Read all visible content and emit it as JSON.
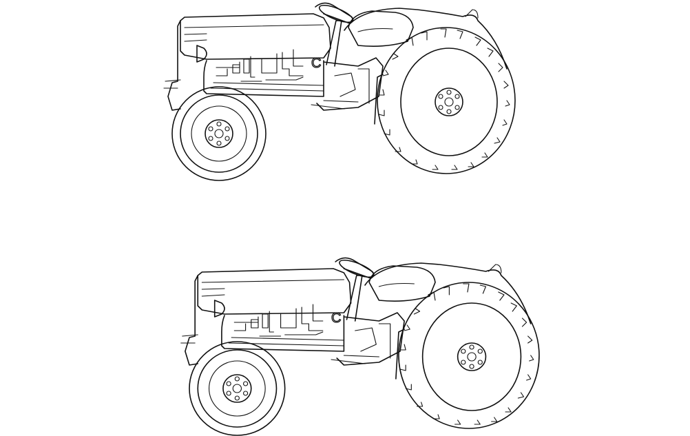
{
  "image": {
    "type": "line-art",
    "subject": "tractor",
    "background_color": "#ffffff",
    "line_color": "#111111"
  },
  "drawings": [
    {
      "id": "tractor-top",
      "badge_letter": "C"
    },
    {
      "id": "tractor-bottom",
      "badge_letter": "C"
    }
  ]
}
